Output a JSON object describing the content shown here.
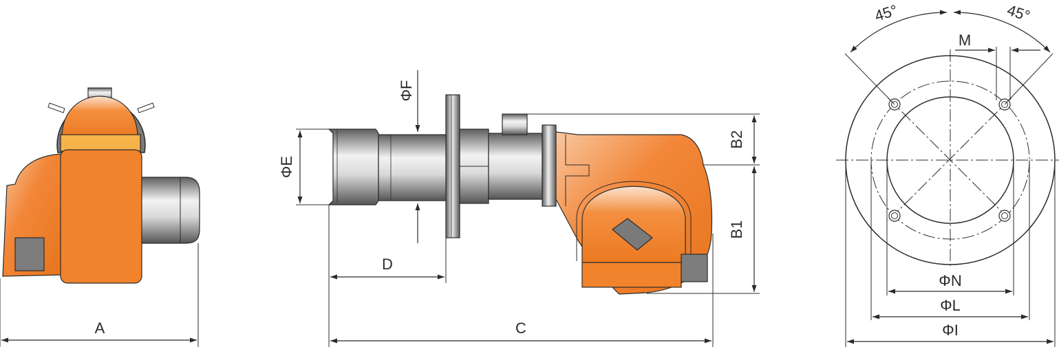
{
  "labels": {
    "A": "A",
    "C": "C",
    "D": "D",
    "E": "ΦE",
    "F": "ΦF",
    "B1": "B1",
    "B2": "B2",
    "M": "M",
    "N": "ΦN",
    "L": "ΦL",
    "I": "ΦI",
    "angle_left": "45°",
    "angle_right": "45°"
  },
  "colors": {
    "orange": "#f0832c",
    "orange_light": "#f8b07a",
    "yellow_band": "#f6b34a",
    "steel_dark": "#6e6e6e",
    "steel_light": "#e6e6e6",
    "box_gray": "#7d7d7d",
    "line": "#2b2b2b"
  }
}
